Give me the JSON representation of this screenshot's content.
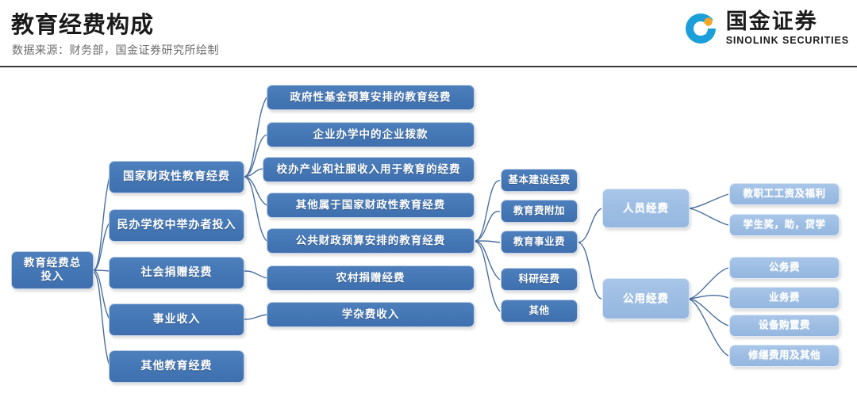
{
  "header": {
    "title": "教育经费构成",
    "subtitle": "数据来源：财务部，国金证券研究所绘制",
    "logo": {
      "name_cn": "国金证券",
      "name_en": "SINOLINK SECURITIES",
      "mark": "sinolink-logo-icon",
      "color": "#2aa8dd"
    },
    "divider_color": "#3a3a3a"
  },
  "diagram": {
    "type": "mindmap",
    "colors": {
      "node_dark": "#4578b6",
      "node_light": "#9dbde3",
      "connector": "#4a6f9e",
      "text": "#ffffff"
    },
    "root": {
      "label": "教育经费总\n投入",
      "line1": "教育经费总",
      "line2": "投入"
    },
    "level1": [
      {
        "label": "国家财政性教育经费"
      },
      {
        "label": "民办学校中举办者投入"
      },
      {
        "label": "社会捐赠经费"
      },
      {
        "label": "事业收入"
      },
      {
        "label": "其他教育经费"
      }
    ],
    "level2": [
      {
        "label": "政府性基金预算安排的教育经费"
      },
      {
        "label": "企业办学中的企业拨款"
      },
      {
        "label": "校办产业和社服收入用于教育的经费"
      },
      {
        "label": "其他属于国家财政性教育经费"
      },
      {
        "label": "公共财政预算安排的教育经费"
      },
      {
        "label": "农村捐赠经费"
      },
      {
        "label": "学杂费收入"
      }
    ],
    "level3": [
      {
        "label": "基本建设经费"
      },
      {
        "label": "教育费附加"
      },
      {
        "label": "教育事业费"
      },
      {
        "label": "科研经费"
      },
      {
        "label": "其他"
      }
    ],
    "level4": [
      {
        "label": "人员经费"
      },
      {
        "label": "公用经费"
      }
    ],
    "level5_personnel": [
      {
        "label": "教职工工资及福利"
      },
      {
        "label": "学生奖，助，贷学"
      }
    ],
    "level5_public": [
      {
        "label": "公务费"
      },
      {
        "label": "业务费"
      },
      {
        "label": "设备购置费"
      },
      {
        "label": "修缮费用及其他"
      }
    ]
  }
}
